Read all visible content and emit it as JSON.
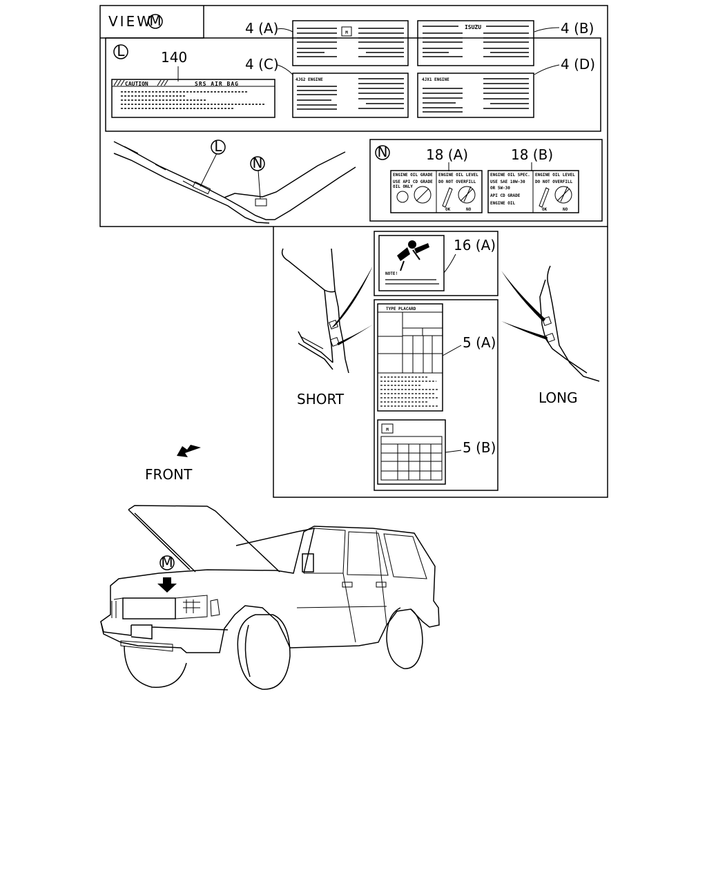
{
  "view": {
    "title": "VIEW",
    "circle": "M"
  },
  "detail_L": {
    "circle": "L",
    "part": "140",
    "caution": "CAUTION",
    "srs": "SRS AIR BAG"
  },
  "labels_4": {
    "a": {
      "callout": "4 (A)"
    },
    "b": {
      "callout": "4 (B)",
      "brand": "ISUZU"
    },
    "c": {
      "callout": "4 (C)",
      "heading": "4JG2 ENGINE"
    },
    "d": {
      "callout": "4 (D)",
      "heading": "4JX1 ENGINE"
    }
  },
  "location": {
    "circle_L": "L",
    "circle_N": "N"
  },
  "detail_N": {
    "circle": "N",
    "a": {
      "callout": "18 (A)",
      "h1": "ENGINE OIL GRADE",
      "h2": "ENGINE OIL LEVEL",
      "l1": "USE API CD GRADE",
      "l2": "OIL ONLY",
      "l3": "DO NOT OVERFILL",
      "ok": "OK",
      "no": "NO"
    },
    "b": {
      "callout": "18 (B)",
      "h1": "ENGINE OIL SPEC.",
      "h2": "ENGINE OIL LEVEL",
      "l1": "USE SAE 10W-30",
      "l2": "OR 5W-30",
      "l3": "API CD GRADE",
      "l4": "ENGINE OIL",
      "l5": "DO NOT OVERFILL",
      "ok": "OK",
      "no": "NO"
    }
  },
  "door": {
    "c16": "16 (A)",
    "note": "NOTE!",
    "c5a": "5 (A)",
    "placard": "TYPE PLACARD",
    "c5b": "5 (B)",
    "short": "SHORT",
    "long": "LONG"
  },
  "front": "FRONT",
  "vehicle": {
    "circle": "M"
  }
}
